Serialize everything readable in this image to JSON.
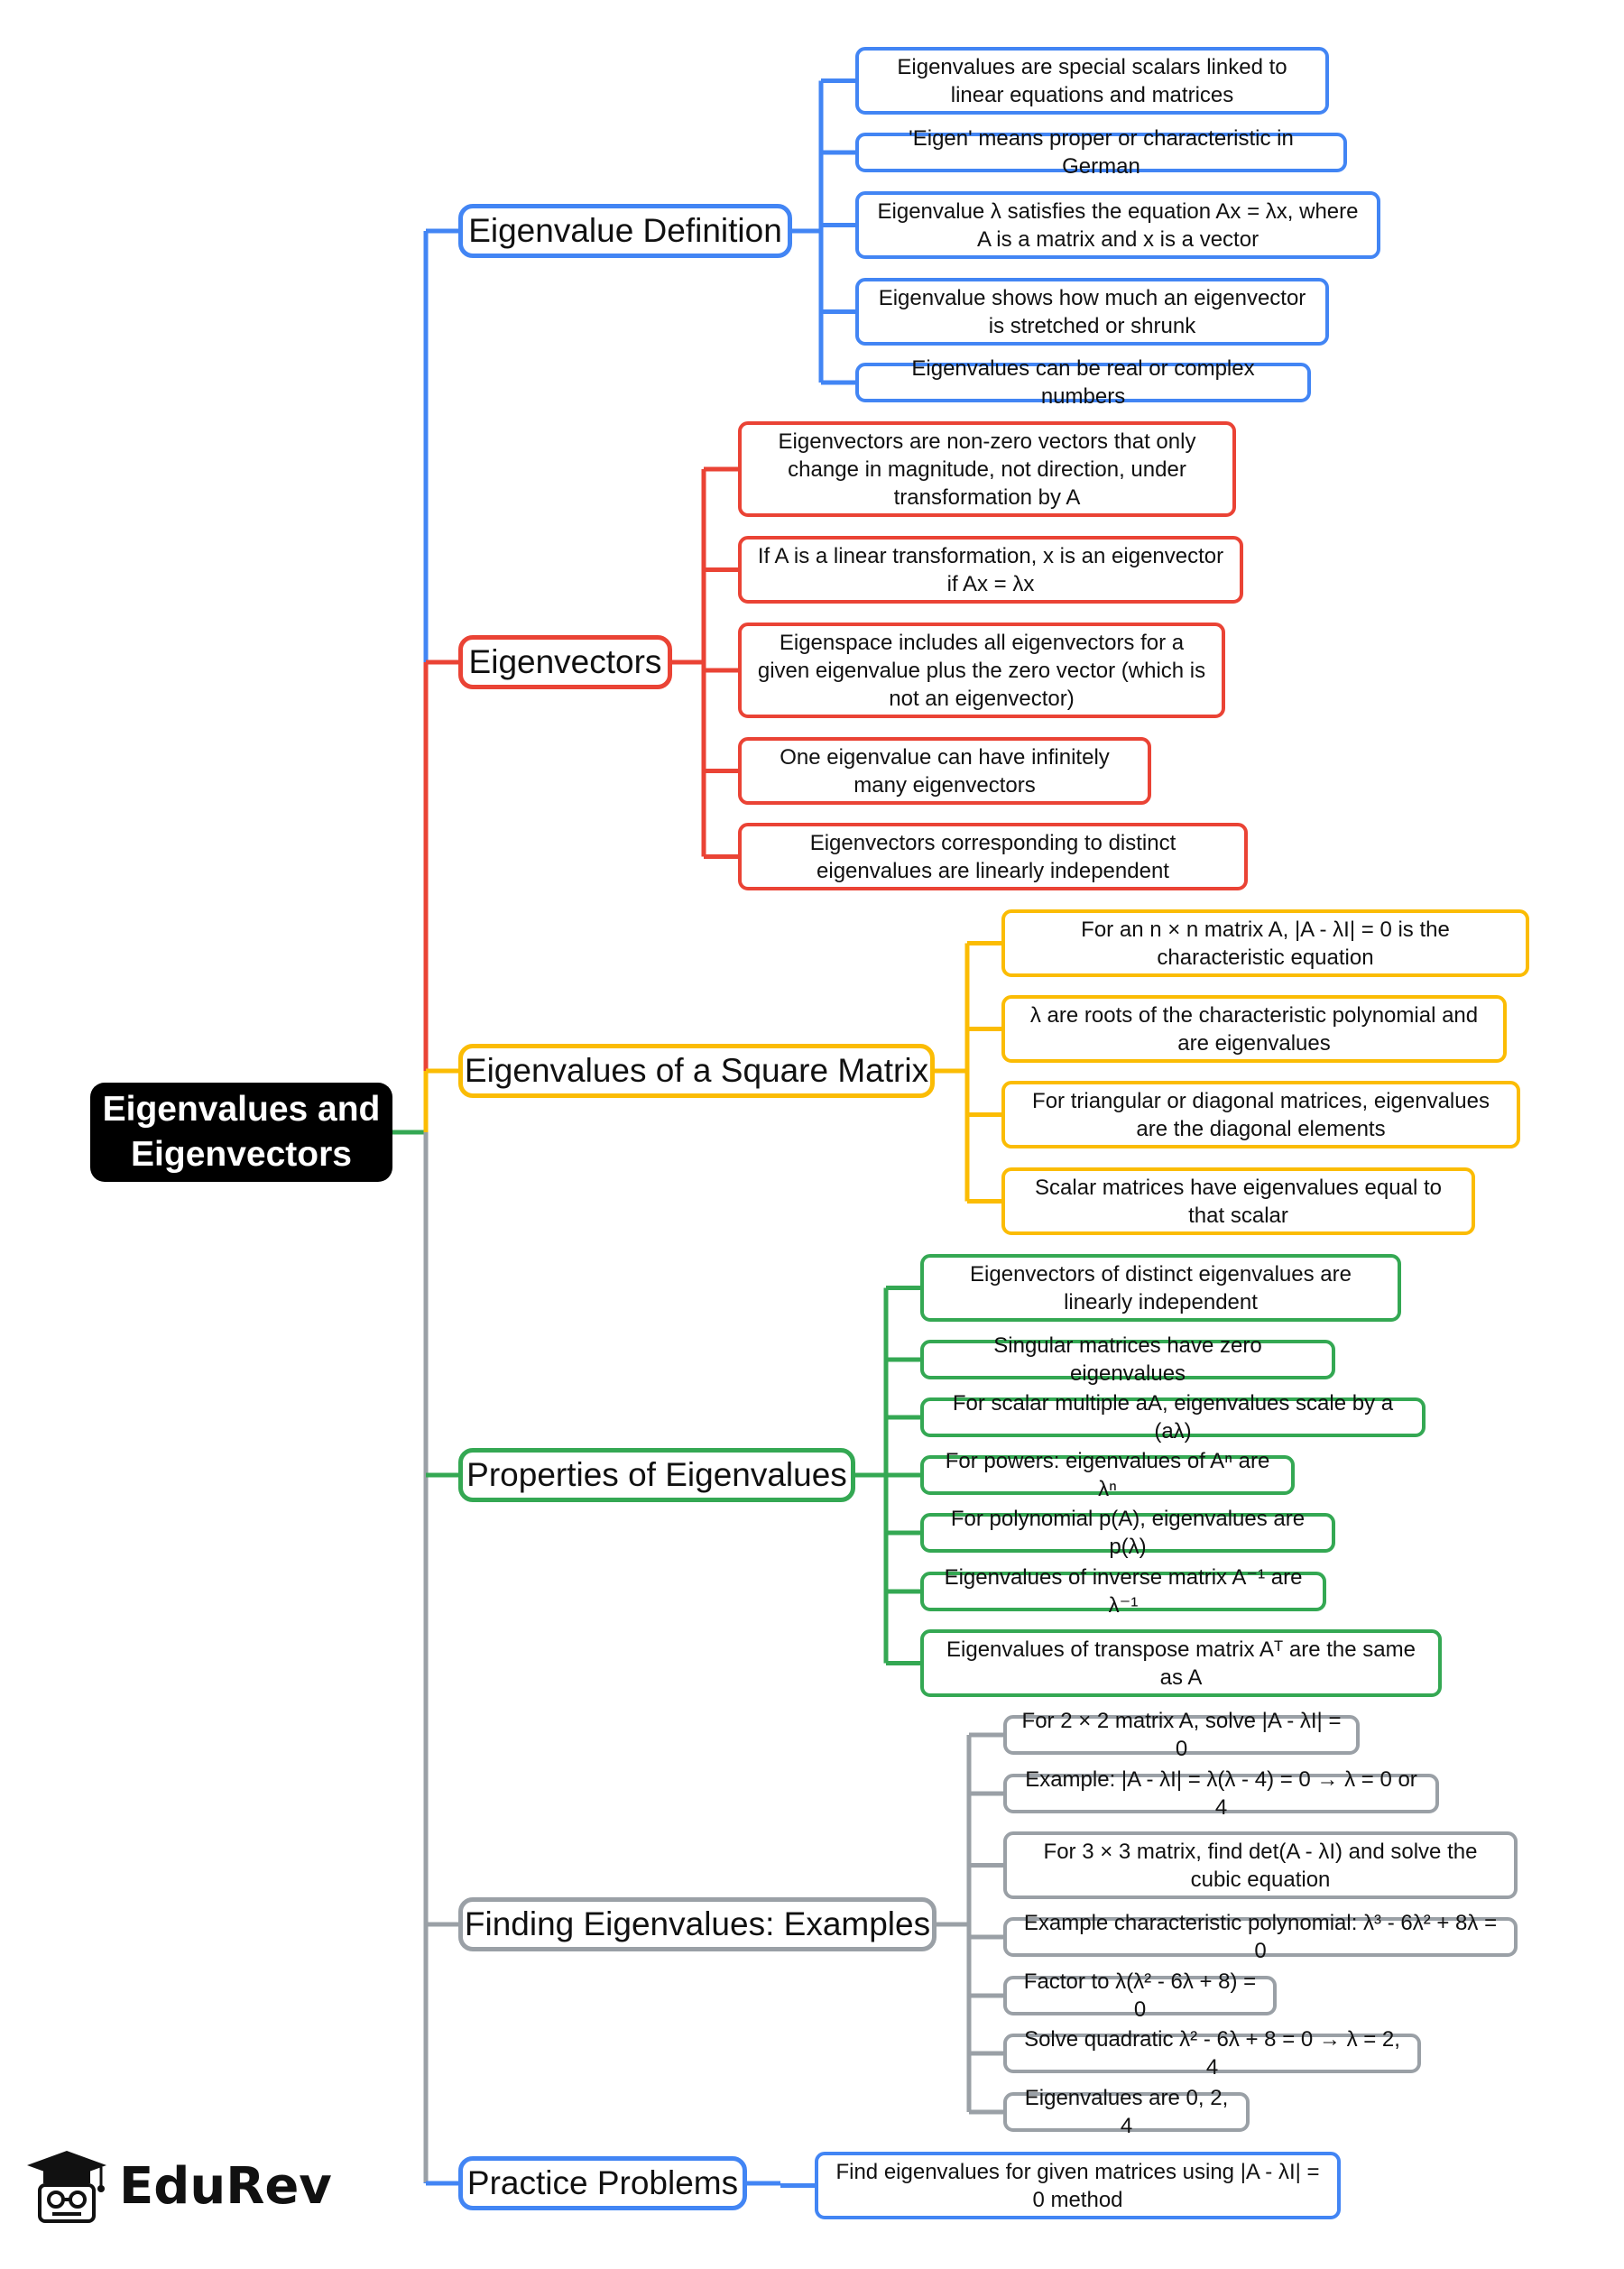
{
  "colors": {
    "blue": "#4285f4",
    "red": "#ea4335",
    "yellow": "#fbbc04",
    "green": "#34a853",
    "gray": "#9aa0a6",
    "root_bg": "#000000"
  },
  "root": {
    "text": "Eigenvalues and Eigenvectors"
  },
  "branches": [
    {
      "id": "definition",
      "color": "blue",
      "label": "Eigenvalue Definition",
      "leaves": [
        "Eigenvalues are special scalars linked to linear equations and matrices",
        "'Eigen' means proper or characteristic in German",
        "Eigenvalue λ satisfies the equation Ax = λx, where A is a matrix and x is a vector",
        "Eigenvalue shows how much an eigenvector is stretched or shrunk",
        "Eigenvalues can be real or complex numbers"
      ]
    },
    {
      "id": "eigenvectors",
      "color": "red",
      "label": "Eigenvectors",
      "leaves": [
        "Eigenvectors are non-zero vectors that only change in magnitude, not direction, under transformation by A",
        "If A is a linear transformation, x is an eigenvector if Ax = λx",
        "Eigenspace includes all eigenvectors for a given eigenvalue plus the zero vector (which is not an eigenvector)",
        "One eigenvalue can have infinitely many eigenvectors",
        "Eigenvectors corresponding to distinct eigenvalues are linearly independent"
      ]
    },
    {
      "id": "square-matrix",
      "color": "yellow",
      "label": "Eigenvalues of a Square Matrix",
      "leaves": [
        "For an n × n matrix A, |A - λI| = 0 is the characteristic equation",
        "λ are roots of the characteristic polynomial and are eigenvalues",
        "For triangular or diagonal matrices, eigenvalues are the diagonal elements",
        "Scalar matrices have eigenvalues equal to that scalar"
      ]
    },
    {
      "id": "properties",
      "color": "green",
      "label": "Properties of Eigenvalues",
      "leaves": [
        "Eigenvectors of distinct eigenvalues are linearly independent",
        "Singular matrices have zero eigenvalues",
        "For scalar multiple aA, eigenvalues scale by a (aλ)",
        "For powers: eigenvalues of Aⁿ are λⁿ",
        "For polynomial p(A), eigenvalues are p(λ)",
        "Eigenvalues of inverse matrix A⁻¹ are λ⁻¹",
        "Eigenvalues of transpose matrix Aᵀ are the same as A"
      ]
    },
    {
      "id": "examples",
      "color": "gray",
      "label": "Finding Eigenvalues: Examples",
      "leaves": [
        "For 2 × 2 matrix A, solve |A - λI| = 0",
        "Example: |A - λI| = λ(λ - 4) = 0 → λ = 0 or 4",
        "For 3 × 3 matrix, find det(A - λI) and solve the cubic equation",
        "Example characteristic polynomial: λ³ - 6λ² + 8λ = 0",
        "Factor to λ(λ² - 6λ + 8) = 0",
        "Solve quadratic λ² - 6λ + 8 = 0 → λ = 2, 4",
        "Eigenvalues are 0, 2, 4"
      ]
    },
    {
      "id": "practice",
      "color": "blue",
      "label": "Practice Problems",
      "leaves": [
        "Find eigenvalues for given matrices using |A - λI| = 0 method"
      ]
    }
  ],
  "logo": {
    "text": "EduRev"
  }
}
